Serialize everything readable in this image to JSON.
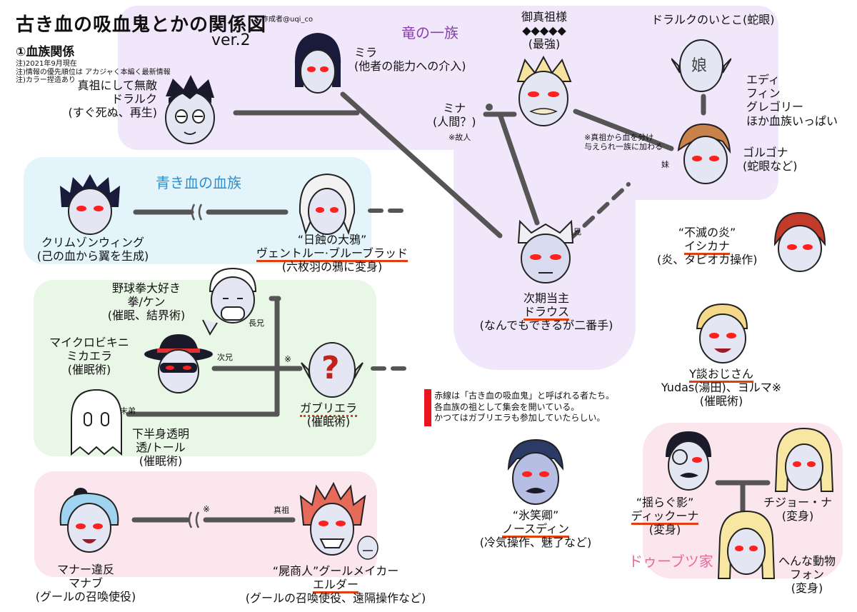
{
  "header": {
    "title": "古き血の吸血鬼とかの関係図",
    "author": "作成者@uqi_co",
    "version": "ver.2",
    "section": "①血族関係",
    "notes": [
      "注)2021年9月現在",
      "注)情報の優先順位は アカジャく本編く最新情報",
      "注)カラー捏造あり"
    ]
  },
  "regions": {
    "dragon": "竜の一族",
    "blue": "青き血の血族",
    "doubutsu": "ドゥーブツ家"
  },
  "colors": {
    "dragon_bg": "#f1e7fa",
    "blue_bg": "#e3f4fb",
    "green_bg": "#e9f8e6",
    "pink_bg": "#fbe6ee",
    "red_line": "#e04010",
    "eye_red": "#ff2020",
    "skin": "#e4e6f4",
    "line": "#555555"
  },
  "characters": {
    "draluc": [
      "真祖にして無敵",
      "ドラルク",
      "(すぐ死ぬ、再生)"
    ],
    "mira": [
      "ミラ",
      "(他者の能力への介入)"
    ],
    "mina": [
      "ミナ",
      "(人間？)"
    ],
    "mina_note": "※故人",
    "ancestor": [
      "御真祖様",
      "◆◆◆◆◆",
      "(最強)"
    ],
    "cousin": "ドラルクのいとこ(蛇眼)",
    "cousin_face": "娘",
    "eddie": [
      "エディ",
      "フィン",
      "グレゴリー",
      "ほか血族いっぱい"
    ],
    "blood_note": [
      "※真祖から血を分け",
      "与えられ一族に加わる"
    ],
    "gorgona": [
      "ゴルゴナ",
      "(蛇眼など)"
    ],
    "crimson": [
      "クリムゾンウィング",
      "(己の血から翼を生成)"
    ],
    "ventleu_title": "“日蝕の大鴉”",
    "ventleu_name": "ヴェントルー·ブルーブラッド",
    "ventleu_desc": "(六枚羽の鴉に変身)",
    "drous_name": "ドラウス",
    "drous_title": "次期当主",
    "drous_desc": "(なんでもできるが二番手)",
    "ken": [
      "野球拳大好き",
      "拳/ケン",
      "(催眠、結界術)"
    ],
    "mikaela": [
      "マイクロビキニ",
      "ミカエラ",
      "(催眠術)"
    ],
    "toru": [
      "下半身透明",
      "透/トール",
      "(催眠術)"
    ],
    "gabriela_name": "ガブリエラ",
    "gabriela_desc": "(催眠術)",
    "qmark": "?",
    "ishikana_title": "“不滅の炎”",
    "ishikana_name": "イシカナ",
    "ishikana_desc": "(炎、タピオカ操作)",
    "yudan_name": "Y談おじさん",
    "yudan_alt": "Yudas(湯田)、ヨルマ※",
    "yudan_desc": "(催眠術)",
    "red_note": [
      "赤線は「古き血の吸血鬼」と呼ばれる者たち。",
      "各血族の祖として集会を開いている。",
      "かつてはガブリエラも参加していたらしい。"
    ],
    "manabu": [
      "マナー違反",
      "マナブ",
      "(グールの召喚使役)"
    ],
    "elder_title": "“屍商人”グールメイカー",
    "elder_name": "エルダー",
    "elder_desc": "(グールの召喚使役、遠隔操作など)",
    "noseddin_title": "“氷笑卿”",
    "noseddin_name": "ノースディン",
    "noseddin_desc": "(冷気操作、魅了など)",
    "dickena_title": "“揺らぐ影”",
    "dickena_name": "ディックーナ",
    "dickena_desc": "(変身)",
    "chijona": [
      "チジョー・ナ",
      "(変身)"
    ],
    "fon": [
      "へんな動物",
      "フォン",
      "(変身)"
    ]
  },
  "relations": {
    "ani": "兄",
    "imouto": "妹",
    "choukei": "長兄",
    "jikei": "次兄",
    "batei": "末弟",
    "shinso": "真祖",
    "kome1": "※",
    "kome2": "※"
  }
}
